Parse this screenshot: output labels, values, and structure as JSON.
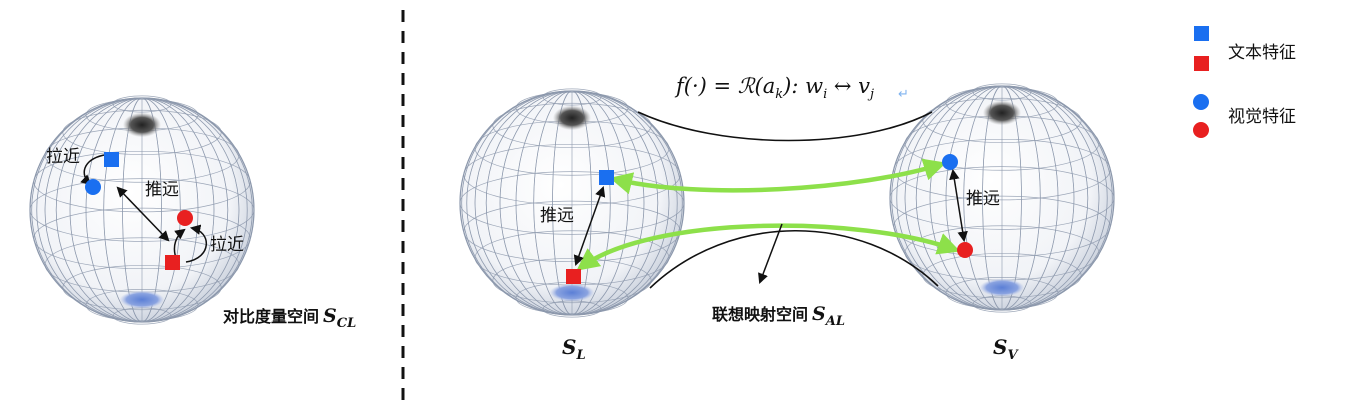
{
  "left_panel": {
    "pull_top": "拉近",
    "push": "推远",
    "pull_right": "拉近",
    "space_label": "对比度量空间",
    "space_symbol": "S",
    "space_subscript": "CL"
  },
  "right_panel": {
    "formula": "f(·) = ℛ(a",
    "formula_sub_k": "k",
    "formula_mid": "): w",
    "formula_sub_i": "i",
    "formula_arrow": " ↔ v",
    "formula_sub_j": "j",
    "push_left": "推远",
    "push_right": "推远",
    "mapping_label": "联想映射空间",
    "mapping_symbol": "S",
    "mapping_subscript": "AL",
    "sphere_left_symbol": "S",
    "sphere_left_subscript": "L",
    "sphere_right_symbol": "S",
    "sphere_right_subscript": "V"
  },
  "legend": {
    "text_feature": "文本特征",
    "visual_feature": "视觉特征"
  },
  "colors": {
    "blue": "#1a6ff0",
    "red": "#e82020",
    "green_arrow": "#8de04a",
    "grid": "#8d99ad"
  }
}
